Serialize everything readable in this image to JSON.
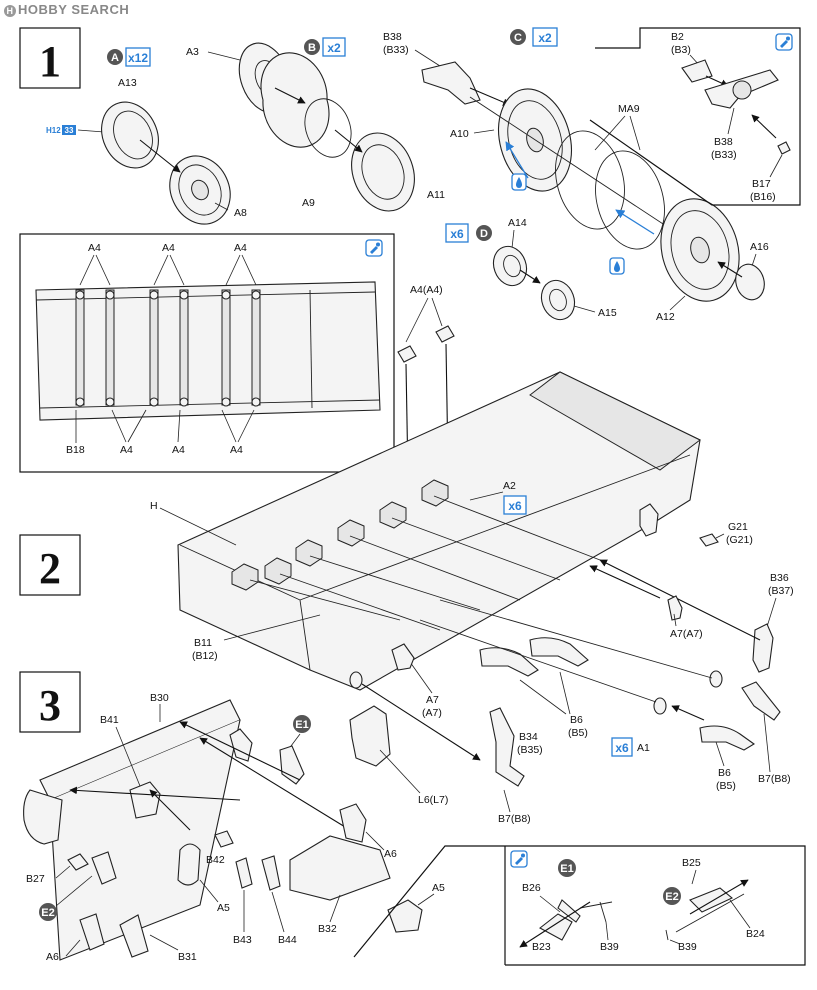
{
  "header": {
    "logo_text": "HOBBY SEARCH",
    "logo_mark": "H"
  },
  "steps": [
    "1",
    "2",
    "3"
  ],
  "subassemblies": {
    "A": {
      "letter": "A",
      "qty": "x12"
    },
    "B": {
      "letter": "B",
      "qty": "x2"
    },
    "C": {
      "letter": "C",
      "qty": "x2"
    },
    "D": {
      "letter": "D",
      "qty": "x6"
    }
  },
  "quantities": {
    "a2": "x6",
    "a1": "x6",
    "h12": "H12",
    "h33": "33"
  },
  "labels": {
    "a13": "A13",
    "a8": "A8",
    "a3": "A3",
    "a9": "A9",
    "a11": "A11",
    "b38": "B38",
    "b33": "(B33)",
    "a10": "A10",
    "ma9": "MA9",
    "b2": "B2",
    "b3": "(B3)",
    "b38r": "B38",
    "b33r": "(B33)",
    "b17": "B17",
    "b16": "(B16)",
    "a14": "A14",
    "a15": "A15",
    "a16": "A16",
    "a12": "A12",
    "a4_1": "A4",
    "a4_2": "A4",
    "a4_3": "A4",
    "a4_4": "A4",
    "a4_5": "A4",
    "a4_6": "A4",
    "b18": "B18",
    "a4a4": "A4(A4)",
    "h": "H",
    "a2": "A2",
    "g21": "G21",
    "g21p": "(G21)",
    "b36": "B36",
    "b37": "(B37)",
    "a7a7": "A7(A7)",
    "b11": "B11",
    "b12": "(B12)",
    "a7": "A7",
    "a7p": "(A7)",
    "b6": "B6",
    "b5": "(B5)",
    "a1": "A1",
    "b34": "B34",
    "b35": "(B35)",
    "b6r": "B6",
    "b5r": "(B5)",
    "b7b8": "B7(B8)",
    "b7b8r": "B7(B8)",
    "l6l7": "L6(L7)",
    "b30": "B30",
    "b41": "B41",
    "e1": "E1",
    "e2": "E2",
    "a6": "A6",
    "a6b": "A6",
    "b27": "B27",
    "b42": "B42",
    "a5": "A5",
    "a5r": "A5",
    "b43": "B43",
    "b44": "B44",
    "b32": "B32",
    "b31": "B31",
    "det_e1": "E1",
    "det_e2": "E2",
    "b25": "B25",
    "b26": "B26",
    "b23": "B23",
    "b39": "B39",
    "b39r": "B39",
    "b24": "B24"
  },
  "icons": [
    "glue-icon",
    "paint-drop-icon"
  ],
  "colors": {
    "accent": "#2a7fd6",
    "line": "#111111",
    "circle": "#555555"
  }
}
